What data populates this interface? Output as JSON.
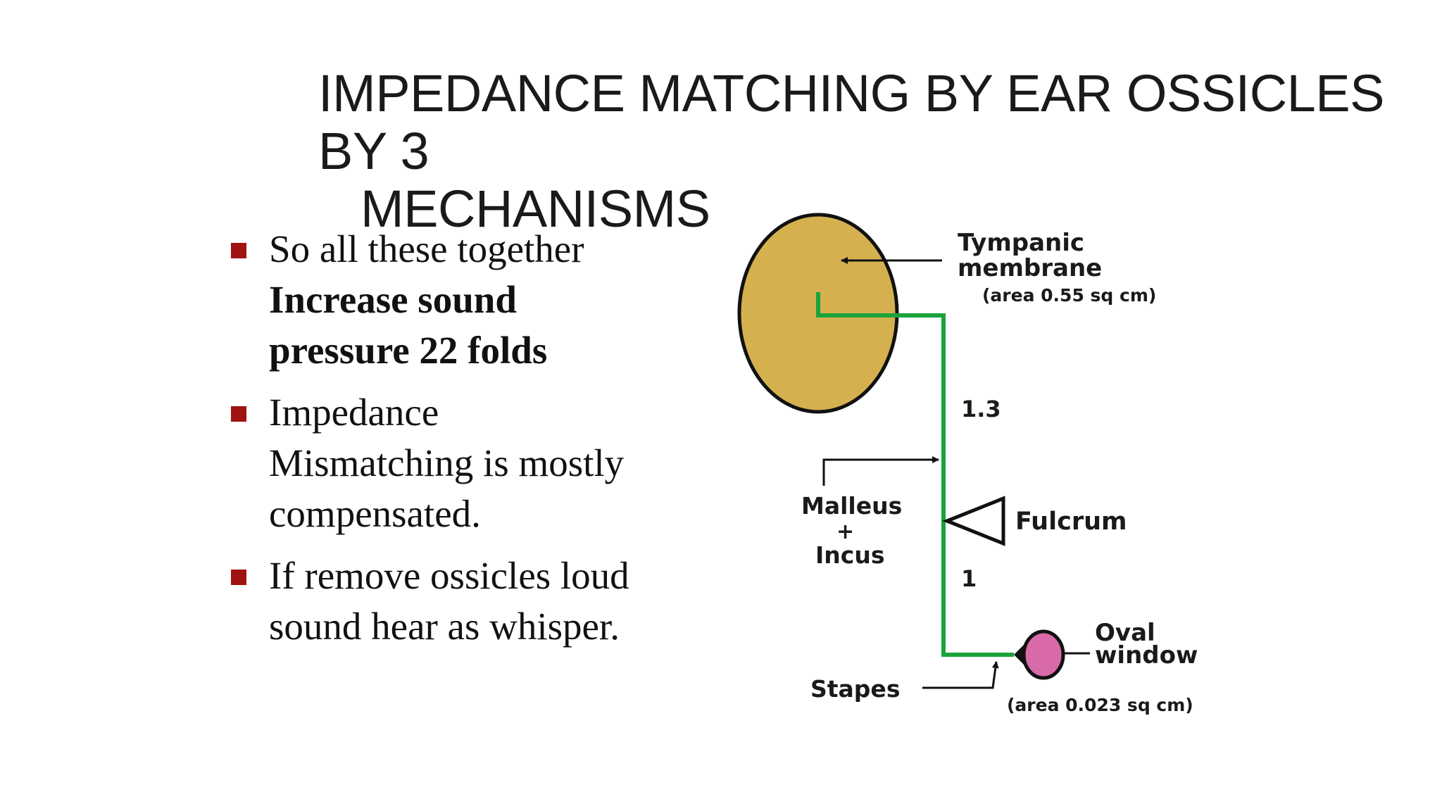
{
  "slide": {
    "title_line1": "IMPEDANCE MATCHING BY EAR OSSICLES BY 3",
    "title_line2": "MECHANISMS"
  },
  "bullets": {
    "item1_line1": "So all these together",
    "item1_bold1": "Increase sound",
    "item1_bold2": "pressure 22 folds",
    "item2_line1": "Impedance",
    "item2_line2": "Mismatching is mostly",
    "item2_line3": "compensated.",
    "item3_line1": "If remove ossicles loud",
    "item3_line2": "sound hear as whisper."
  },
  "diagram": {
    "tympanic_label1": "Tympanic",
    "tympanic_label2": "membrane",
    "tympanic_area": "(area 0.55 sq cm)",
    "ratio_upper": "1.3",
    "ratio_lower": "1",
    "malleus_label": "Malleus",
    "plus_sign": "+",
    "incus_label": "Incus",
    "fulcrum_label": "Fulcrum",
    "stapes_label": "Stapes",
    "oval_label1": "Oval",
    "oval_label2": "window",
    "oval_area": "(area 0.023 sq cm)"
  },
  "colors": {
    "bullet_marker": "#a01313",
    "membrane_fill": "#d4b04f",
    "lever_line": "#1aa33a",
    "oval_fill": "#d96aa8"
  }
}
